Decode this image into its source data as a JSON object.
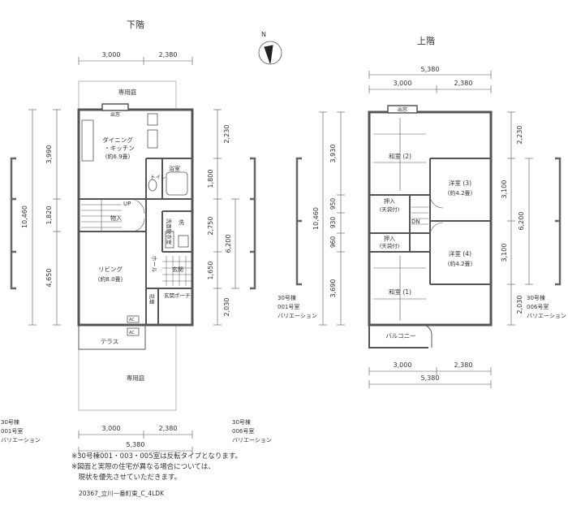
{
  "titles": {
    "lower": "下階",
    "upper": "上階"
  },
  "compass": {
    "north": "N"
  },
  "lower_floor": {
    "dims_top": [
      "3,000",
      "2,380"
    ],
    "dims_bottom": [
      "3,000",
      "2,380"
    ],
    "dims_bottom_total": "5,380",
    "dims_left": [
      "3,990",
      "1,820",
      "4,650"
    ],
    "dims_left_total": "10,460",
    "dims_right": [
      "2,230",
      "1,800",
      "2,750",
      "1,650",
      "2,030"
    ],
    "dims_right_sub": "6,200",
    "garden_top": "専用庭",
    "garden_bottom": "専用庭",
    "rooms": {
      "shuno": "出窓",
      "dining": "ダイニング",
      "kitchen": "・キッチン",
      "dining_size": "(約6.9畳)",
      "toilet": "トイレ",
      "bath": "浴室",
      "up": "UP",
      "storage": "物入",
      "wash": "洗",
      "laundry": "洗面脱衣室",
      "hall": "ホール",
      "living": "リビング",
      "living_size": "(約8.0畳)",
      "genkan": "玄関",
      "porch": "玄関ポーチ",
      "flower": "花壇",
      "ac1": "AC",
      "ac2": "AC",
      "terrace": "テラス"
    },
    "variation_left": [
      "30号棟",
      "001号室",
      "バリエーション"
    ],
    "variation_right": [
      "30号棟",
      "006号室",
      "バリエーション"
    ]
  },
  "upper_floor": {
    "dims_top_total": "5,380",
    "dims_top": [
      "3,000",
      "2,380"
    ],
    "dims_bottom": [
      "3,000",
      "2,380"
    ],
    "dims_bottom_total": "5,380",
    "dims_left": [
      "3,930",
      "950",
      "930",
      "960",
      "3,690"
    ],
    "dims_left_total": "10,460",
    "dims_right": [
      "2,230",
      "3,100",
      "3,100",
      "2,030"
    ],
    "dims_right_sub": "6,200",
    "rooms": {
      "shuno": "出窓",
      "washitsu2": "和室 (2)",
      "youshitsu3": "洋室 (3)",
      "youshitsu3_size": "(約4.2畳)",
      "oshiire1": "押入",
      "oshiire1_sub": "(天袋付)",
      "dn": "DN",
      "oshiire2": "押入",
      "oshiire2_sub": "(天袋付)",
      "youshitsu4": "洋室 (4)",
      "youshitsu4_size": "(約4.2畳)",
      "washitsu1": "和室 (1)",
      "balcony": "バルコニー"
    },
    "variation_left": [
      "30号棟",
      "001号室",
      "バリエーション"
    ],
    "variation_right": [
      "30号棟",
      "006号室",
      "バリエーション"
    ]
  },
  "notes": [
    "※30号棟001・003・005室は反転タイプとなります。",
    "※図面と実際の住宅が異なる場合については、",
    "　現状を優先させていただきます。"
  ],
  "footer_code": "20367_立川一番町東_C_4LDK"
}
